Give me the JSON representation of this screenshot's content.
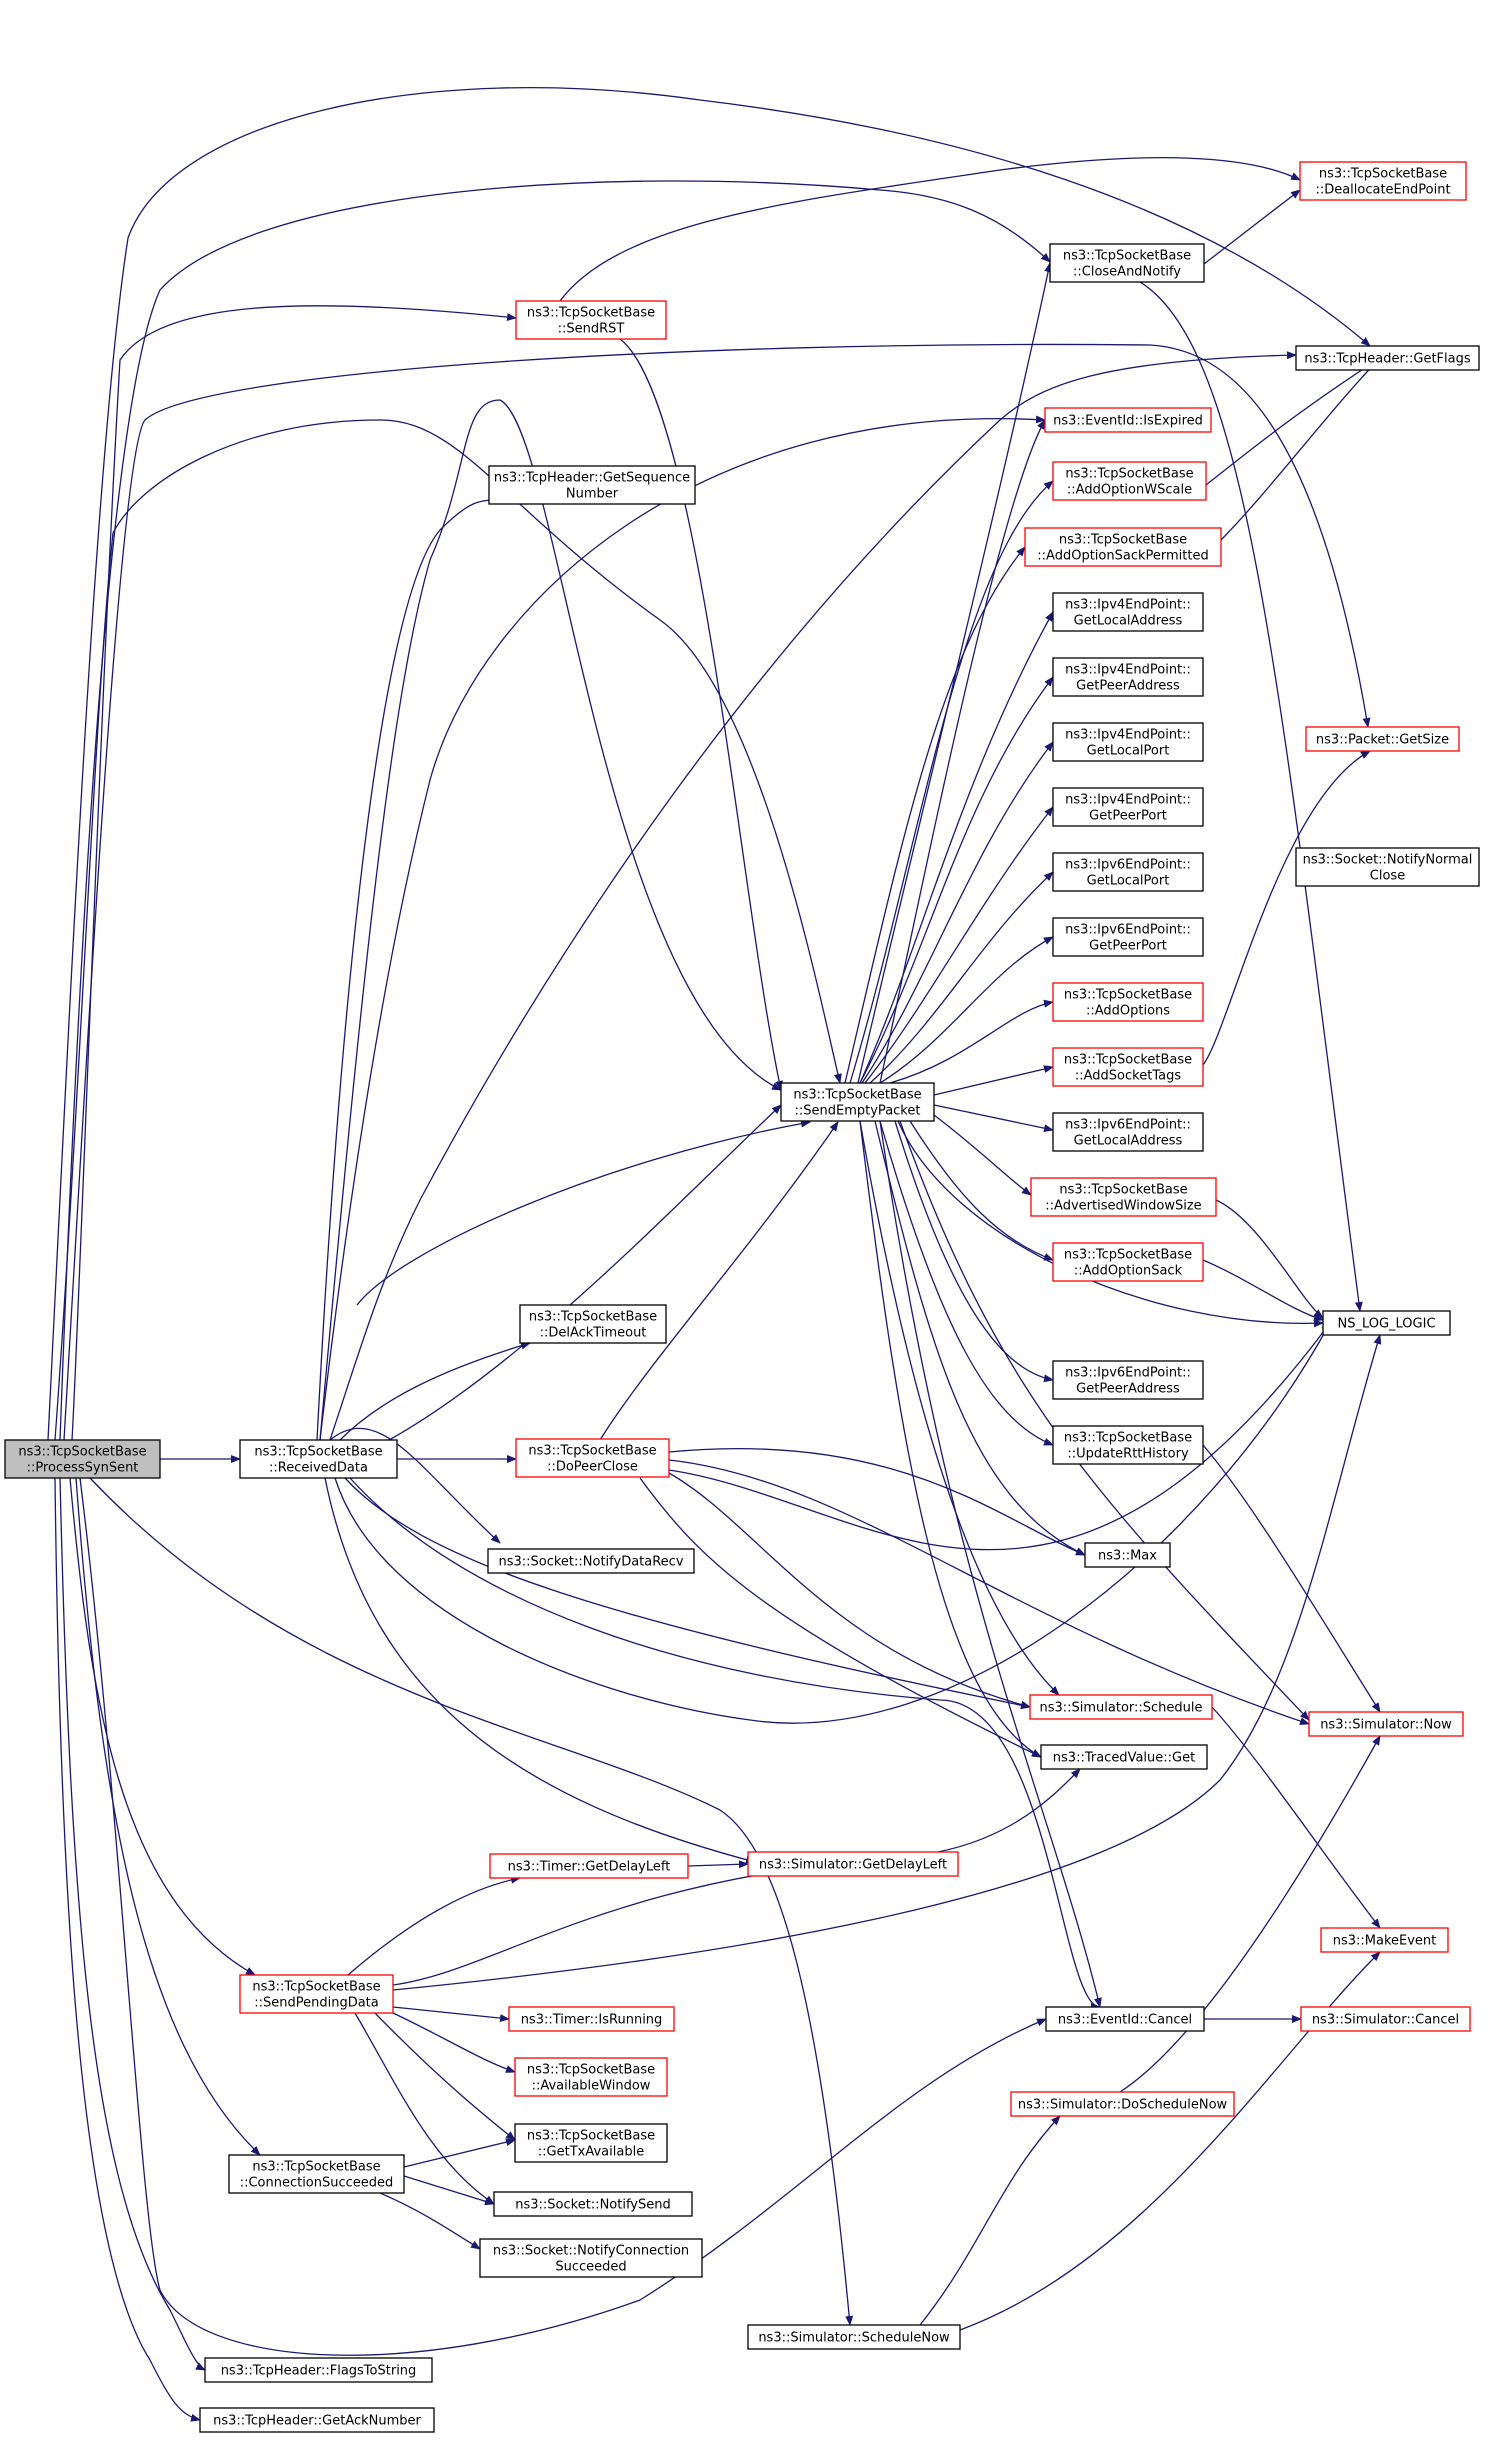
{
  "graph": {
    "colors": {
      "edge": "#191970",
      "border_normal": "#000000",
      "border_truncated": "#ff0000",
      "fill_root": "#bfbfbf",
      "fill_node": "#ffffff"
    },
    "nodes": [
      {
        "id": "root",
        "lines": [
          "ns3::TcpSocketBase",
          "::ProcessSynSent"
        ],
        "style": "root"
      },
      {
        "id": "receiveddata",
        "lines": [
          "ns3::TcpSocketBase",
          "::ReceivedData"
        ],
        "style": "normal"
      },
      {
        "id": "sendrst",
        "lines": [
          "ns3::TcpSocketBase",
          "::SendRST"
        ],
        "style": "truncated"
      },
      {
        "id": "getseq",
        "lines": [
          "ns3::TcpHeader::GetSequence",
          "Number"
        ],
        "style": "normal"
      },
      {
        "id": "sendempty",
        "lines": [
          "ns3::TcpSocketBase",
          "::SendEmptyPacket"
        ],
        "style": "normal"
      },
      {
        "id": "delack",
        "lines": [
          "ns3::TcpSocketBase",
          "::DelAckTimeout"
        ],
        "style": "normal"
      },
      {
        "id": "dopeerclose",
        "lines": [
          "ns3::TcpSocketBase",
          "::DoPeerClose"
        ],
        "style": "truncated"
      },
      {
        "id": "notifydatarecv",
        "lines": [
          "ns3::Socket::NotifyDataRecv"
        ],
        "style": "normal"
      },
      {
        "id": "closeandnotify",
        "lines": [
          "ns3::TcpSocketBase",
          "::CloseAndNotify"
        ],
        "style": "normal"
      },
      {
        "id": "isexpired",
        "lines": [
          "ns3::EventId::IsExpired"
        ],
        "style": "truncated"
      },
      {
        "id": "addwscale",
        "lines": [
          "ns3::TcpSocketBase",
          "::AddOptionWScale"
        ],
        "style": "truncated"
      },
      {
        "id": "addsackperm",
        "lines": [
          "ns3::TcpSocketBase",
          "::AddOptionSackPermitted"
        ],
        "style": "truncated"
      },
      {
        "id": "ipv4local",
        "lines": [
          "ns3::Ipv4EndPoint::",
          "GetLocalAddress"
        ],
        "style": "normal"
      },
      {
        "id": "ipv4peer",
        "lines": [
          "ns3::Ipv4EndPoint::",
          "GetPeerAddress"
        ],
        "style": "normal"
      },
      {
        "id": "ipv4localport",
        "lines": [
          "ns3::Ipv4EndPoint::",
          "GetLocalPort"
        ],
        "style": "normal"
      },
      {
        "id": "ipv4peerport",
        "lines": [
          "ns3::Ipv4EndPoint::",
          "GetPeerPort"
        ],
        "style": "normal"
      },
      {
        "id": "ipv6localport",
        "lines": [
          "ns3::Ipv6EndPoint::",
          "GetLocalPort"
        ],
        "style": "normal"
      },
      {
        "id": "ipv6peerport",
        "lines": [
          "ns3::Ipv6EndPoint::",
          "GetPeerPort"
        ],
        "style": "normal"
      },
      {
        "id": "addoptions",
        "lines": [
          "ns3::TcpSocketBase",
          "::AddOptions"
        ],
        "style": "truncated"
      },
      {
        "id": "addsockettags",
        "lines": [
          "ns3::TcpSocketBase",
          "::AddSocketTags"
        ],
        "style": "truncated"
      },
      {
        "id": "ipv6local",
        "lines": [
          "ns3::Ipv6EndPoint::",
          "GetLocalAddress"
        ],
        "style": "normal"
      },
      {
        "id": "advwin",
        "lines": [
          "ns3::TcpSocketBase",
          "::AdvertisedWindowSize"
        ],
        "style": "truncated"
      },
      {
        "id": "addsack",
        "lines": [
          "ns3::TcpSocketBase",
          "::AddOptionSack"
        ],
        "style": "truncated"
      },
      {
        "id": "ipv6peer",
        "lines": [
          "ns3::Ipv6EndPoint::",
          "GetPeerAddress"
        ],
        "style": "normal"
      },
      {
        "id": "updatertt",
        "lines": [
          "ns3::TcpSocketBase",
          "::UpdateRttHistory"
        ],
        "style": "normal"
      },
      {
        "id": "max",
        "lines": [
          "ns3::Max"
        ],
        "style": "normal"
      },
      {
        "id": "schedule",
        "lines": [
          "ns3::Simulator::Schedule"
        ],
        "style": "truncated"
      },
      {
        "id": "tracedget",
        "lines": [
          "ns3::TracedValue::Get"
        ],
        "style": "normal"
      },
      {
        "id": "dealloc",
        "lines": [
          "ns3::TcpSocketBase",
          "::DeallocateEndPoint"
        ],
        "style": "truncated"
      },
      {
        "id": "getflags",
        "lines": [
          "ns3::TcpHeader::GetFlags"
        ],
        "style": "normal"
      },
      {
        "id": "getsize",
        "lines": [
          "ns3::Packet::GetSize"
        ],
        "style": "truncated"
      },
      {
        "id": "notifynormalclose",
        "lines": [
          "ns3::Socket::NotifyNormal",
          "Close"
        ],
        "style": "normal"
      },
      {
        "id": "nslog",
        "lines": [
          "NS_LOG_LOGIC"
        ],
        "style": "normal"
      },
      {
        "id": "simnow",
        "lines": [
          "ns3::Simulator::Now"
        ],
        "style": "truncated"
      },
      {
        "id": "makeevent",
        "lines": [
          "ns3::MakeEvent"
        ],
        "style": "truncated"
      },
      {
        "id": "simcancel",
        "lines": [
          "ns3::Simulator::Cancel"
        ],
        "style": "truncated"
      },
      {
        "id": "eventcancel",
        "lines": [
          "ns3::EventId::Cancel"
        ],
        "style": "normal"
      },
      {
        "id": "doschedulenow",
        "lines": [
          "ns3::Simulator::DoScheduleNow"
        ],
        "style": "truncated"
      },
      {
        "id": "schedulenow",
        "lines": [
          "ns3::Simulator::ScheduleNow"
        ],
        "style": "normal"
      },
      {
        "id": "getdelayleft",
        "lines": [
          "ns3::Simulator::GetDelayLeft"
        ],
        "style": "truncated"
      },
      {
        "id": "timergetdelay",
        "lines": [
          "ns3::Timer::GetDelayLeft"
        ],
        "style": "truncated"
      },
      {
        "id": "sendpending",
        "lines": [
          "ns3::TcpSocketBase",
          "::SendPendingData"
        ],
        "style": "truncated"
      },
      {
        "id": "timerisrunning",
        "lines": [
          "ns3::Timer::IsRunning"
        ],
        "style": "truncated"
      },
      {
        "id": "availwin",
        "lines": [
          "ns3::TcpSocketBase",
          "::AvailableWindow"
        ],
        "style": "truncated"
      },
      {
        "id": "gettxavail",
        "lines": [
          "ns3::TcpSocketBase",
          "::GetTxAvailable"
        ],
        "style": "normal"
      },
      {
        "id": "notifysend",
        "lines": [
          "ns3::Socket::NotifySend"
        ],
        "style": "normal"
      },
      {
        "id": "notifyconn",
        "lines": [
          "ns3::Socket::NotifyConnection",
          "Succeeded"
        ],
        "style": "normal"
      },
      {
        "id": "connsucceeded",
        "lines": [
          "ns3::TcpSocketBase",
          "::ConnectionSucceeded"
        ],
        "style": "normal"
      },
      {
        "id": "flagstostring",
        "lines": [
          "ns3::TcpHeader::FlagsToString"
        ],
        "style": "normal"
      },
      {
        "id": "getacknumber",
        "lines": [
          "ns3::TcpHeader::GetAckNumber"
        ],
        "style": "normal"
      }
    ]
  }
}
